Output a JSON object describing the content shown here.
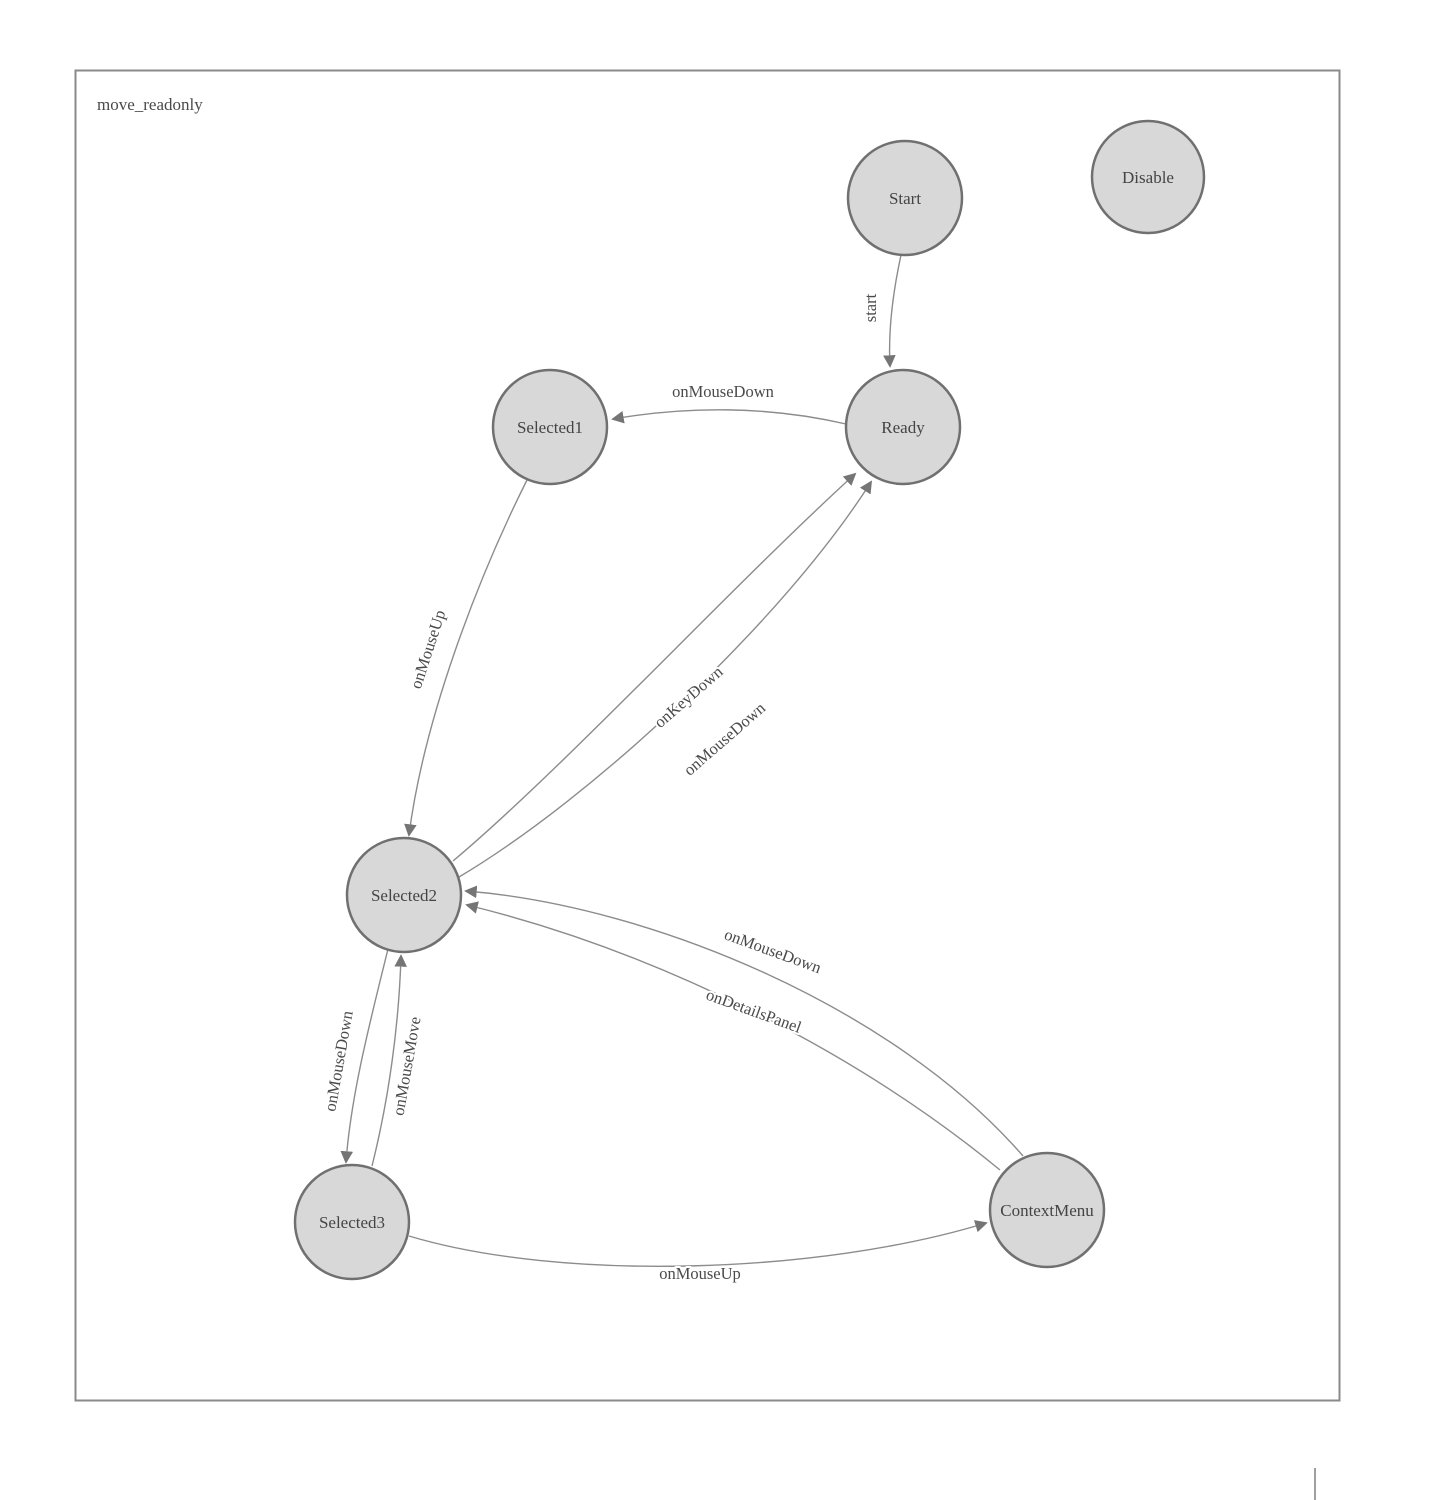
{
  "diagram": {
    "title": "move_readonly",
    "type": "state-machine",
    "nodes": [
      {
        "id": "Start",
        "label": "Start"
      },
      {
        "id": "Disable",
        "label": "Disable"
      },
      {
        "id": "Ready",
        "label": "Ready"
      },
      {
        "id": "Selected1",
        "label": "Selected1"
      },
      {
        "id": "Selected2",
        "label": "Selected2"
      },
      {
        "id": "Selected3",
        "label": "Selected3"
      },
      {
        "id": "ContextMenu",
        "label": "ContextMenu"
      }
    ],
    "edges": [
      {
        "from": "Start",
        "to": "Ready",
        "label": "start"
      },
      {
        "from": "Ready",
        "to": "Selected1",
        "label": "onMouseDown"
      },
      {
        "from": "Selected1",
        "to": "Selected2",
        "label": "onMouseUp"
      },
      {
        "from": "Selected2",
        "to": "Ready",
        "label": "onKeyDown"
      },
      {
        "from": "Selected2",
        "to": "Ready",
        "label": "onMouseDown"
      },
      {
        "from": "Selected2",
        "to": "Selected3",
        "label": "onMouseDown"
      },
      {
        "from": "Selected3",
        "to": "Selected2",
        "label": "onMouseMove"
      },
      {
        "from": "ContextMenu",
        "to": "Selected2",
        "label": "onMouseDown"
      },
      {
        "from": "ContextMenu",
        "to": "Selected2",
        "label": "onDetailsPanel"
      },
      {
        "from": "Selected3",
        "to": "ContextMenu",
        "label": "onMouseUp"
      }
    ],
    "colors": {
      "node_fill": "#d8d8d8",
      "node_stroke": "#707070",
      "edge": "#8c8c8c",
      "text": "#4a4a4a",
      "frame": "#8a8a8a",
      "background": "#ffffff"
    }
  }
}
